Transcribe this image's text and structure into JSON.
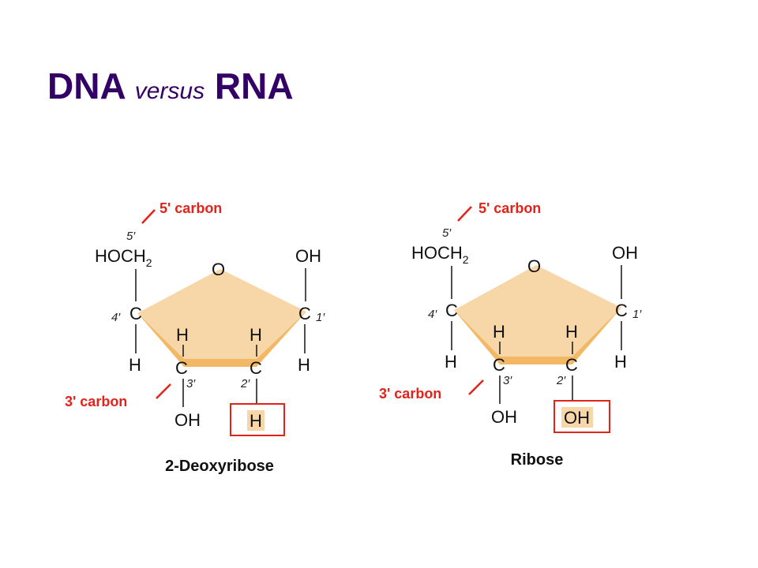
{
  "title": {
    "part1": "DNA",
    "part2": "versus",
    "part3": "RNA"
  },
  "colors": {
    "title": "#330066",
    "ring_fill": "#f7d7a8",
    "ring_edge": "#f2b866",
    "highlight": "#e2231a"
  },
  "molecules": [
    {
      "caption": "2-Deoxyribose",
      "carbon5_label": "5' carbon",
      "carbon3_label": "3' carbon",
      "hoch": "HOCH",
      "sub2": "2",
      "ring_o": "O",
      "oh_c1": "OH",
      "c": "C",
      "h": "H",
      "oh_c3": "OH",
      "c2_group": "H",
      "n5": "5′",
      "n4": "4′",
      "n3": "3′",
      "n2": "2′",
      "n1": "1′"
    },
    {
      "caption": "Ribose",
      "carbon5_label": "5' carbon",
      "carbon3_label": "3' carbon",
      "hoch": "HOCH",
      "sub2": "2",
      "ring_o": "O",
      "oh_c1": "OH",
      "c": "C",
      "h": "H",
      "oh_c3": "OH",
      "c2_group": "OH",
      "n5": "5′",
      "n4": "4′",
      "n3": "3′",
      "n2": "2′",
      "n1": "1′"
    }
  ]
}
